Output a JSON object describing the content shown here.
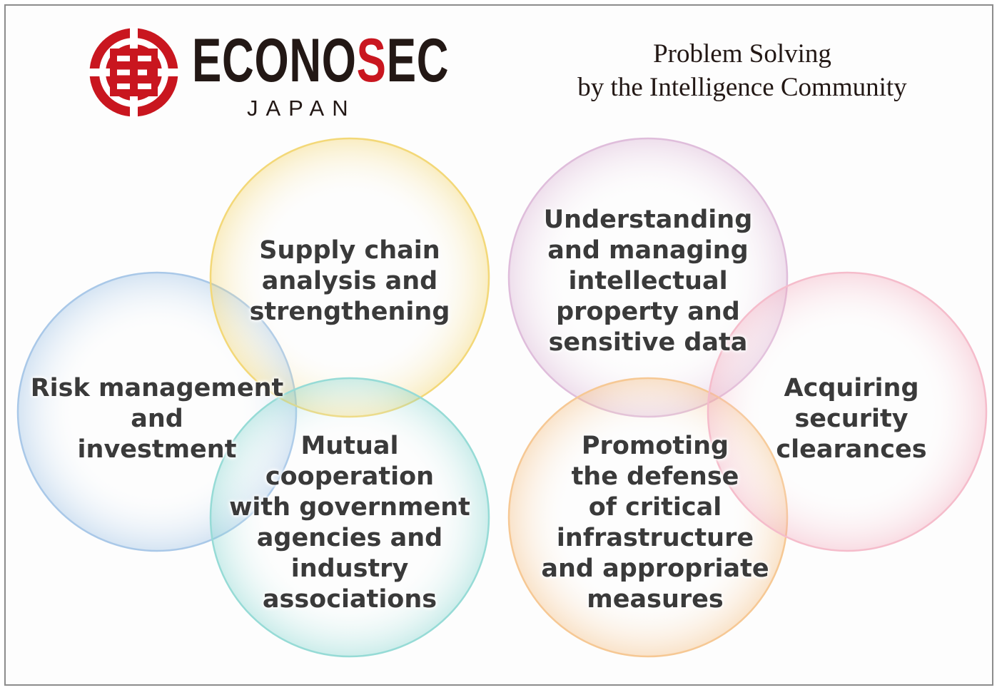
{
  "logo": {
    "brand_prefix": "ECONO",
    "brand_highlight": "S",
    "brand_suffix": "EC",
    "country": "JAPAN",
    "brand_color": "#c9161f"
  },
  "title": {
    "line1": "Problem Solving",
    "line2": "by the Intelligence Community"
  },
  "circles": [
    {
      "id": "risk",
      "text": "Risk management\nand\ninvestment",
      "color": "#8bb6e0"
    },
    {
      "id": "supply",
      "text": "Supply chain\nanalysis and\nstrengthening",
      "color": "#f2cf55"
    },
    {
      "id": "mutual",
      "text": "Mutual\ncooperation\nwith government\nagencies and\nindustry\nassociations",
      "color": "#72cfc9"
    },
    {
      "id": "ip",
      "text": "Understanding\nand managing\nintellectual\nproperty and\nsensitive data",
      "color": "#d3a6cc"
    },
    {
      "id": "infra",
      "text": "Promoting\nthe defense\nof critical\ninfrastructure\nand appropriate\nmeasures",
      "color": "#f3b36b"
    },
    {
      "id": "clearance",
      "text": "Acquiring\nsecurity\nclearances",
      "color": "#f1a0b4"
    }
  ]
}
